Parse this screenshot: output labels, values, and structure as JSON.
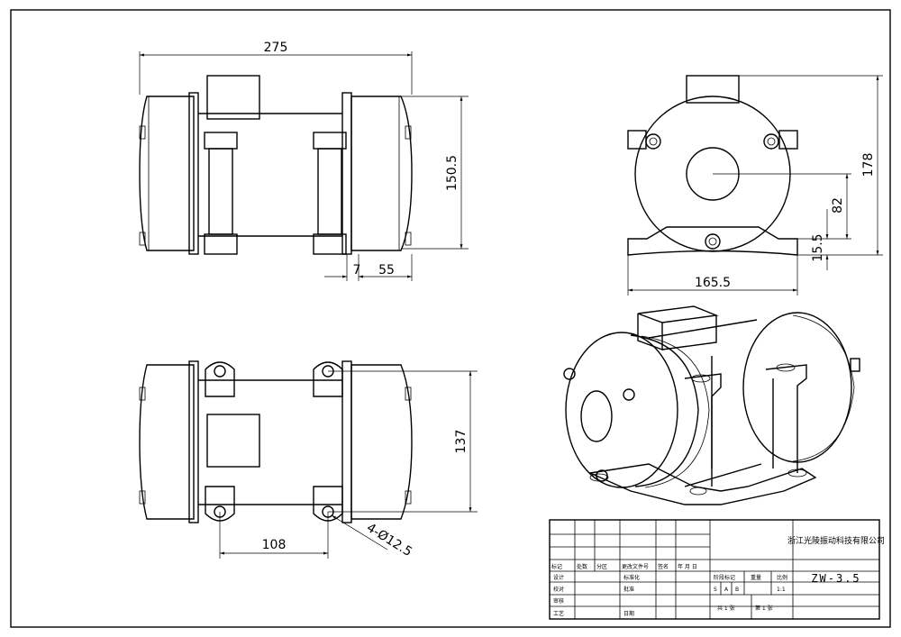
{
  "drawing": {
    "dimensions": {
      "overall_length": "275",
      "side_height": "150.5",
      "offset_small": "7",
      "offset_end": "55",
      "height_total": "178",
      "center_height": "82",
      "base_thickness": "15.5",
      "base_width": "165.5",
      "mount_depth": "137",
      "mount_spacing": "108",
      "hole_callout": "4-Ø12.5"
    },
    "title_block": {
      "company": "浙江光陵振动科技有限公司",
      "model": "ZW-3.5",
      "row_labels": [
        "标记",
        "处数",
        "分区",
        "更改文件号",
        "签名",
        "年 月 日"
      ],
      "left_labels": [
        "设计",
        "校对",
        "审核",
        "工艺"
      ],
      "mid_labels": [
        "标准化",
        "批准",
        "日期"
      ],
      "stage_label": "阶段标记",
      "weight_label": "重量",
      "scale_label": "比例",
      "stage_marks": [
        "S",
        "A",
        "B"
      ],
      "scale_value": "1:1",
      "sheet_total": "共 1 张",
      "sheet_num": "第 1 张"
    }
  }
}
